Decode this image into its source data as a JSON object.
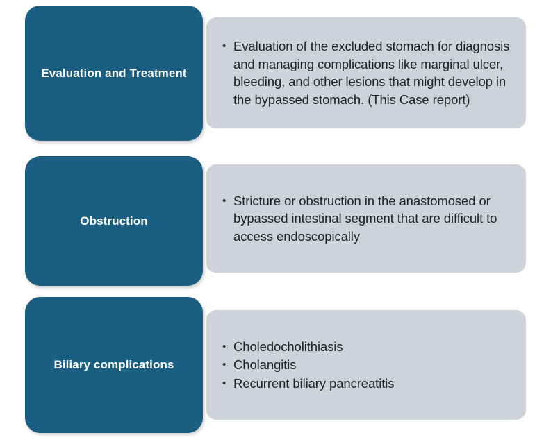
{
  "diagram": {
    "type": "three-row-category-detail-table",
    "colors": {
      "label_box_blue": "#1a5f81",
      "detail_panel_gray": "#ced2d9",
      "label_text": "#ffffff",
      "body_text": "#212121",
      "background": "#ffffff"
    },
    "rows": [
      {
        "label": "Evaluation and Treatment",
        "bullets": [
          "Evaluation of the excluded stomach for diagnosis and managing complications like marginal ulcer, bleeding, and other lesions that might develop in the bypassed stomach. (This Case report)"
        ]
      },
      {
        "label": "Obstruction",
        "bullets": [
          "Stricture or obstruction in the anastomosed or bypassed intestinal segment that are difficult to access endoscopically"
        ]
      },
      {
        "label": "Biliary complications",
        "bullets": [
          "Choledocholithiasis",
          "Cholangitis",
          "Recurrent biliary pancreatitis"
        ]
      }
    ]
  }
}
